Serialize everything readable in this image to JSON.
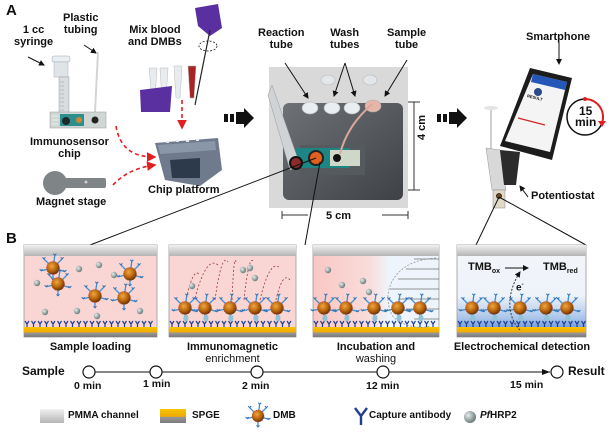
{
  "panel_a": {
    "letter": "A",
    "labels": {
      "syringe": [
        "1 cc",
        "syringe"
      ],
      "tubing": [
        "Plastic",
        "tubing"
      ],
      "mix": [
        "Mix blood",
        "and DMBs"
      ],
      "chip": [
        "Immunosensor",
        "chip"
      ],
      "magnet": "Magnet stage",
      "platform": "Chip platform",
      "reaction_tube": [
        "Reaction",
        "tube"
      ],
      "wash_tubes": [
        "Wash",
        "tubes"
      ],
      "sample_tube": [
        "Sample",
        "tube"
      ],
      "width_dim": "5 cm",
      "height_dim": "4 cm",
      "smartphone": "Smartphone",
      "potentiostat": "Potentiostat",
      "timer": [
        "15",
        "min"
      ],
      "phone_screen_title": "RESULT"
    }
  },
  "panel_b": {
    "letter": "B",
    "steps": [
      {
        "caption": [
          "Sample loading"
        ]
      },
      {
        "caption": [
          "Immunomagnetic",
          "enrichment"
        ]
      },
      {
        "caption": [
          "Incubation and",
          "washing"
        ]
      },
      {
        "caption": [
          "Electrochemical detection"
        ]
      }
    ],
    "tmb_ox": "TMB",
    "tmb_ox_sub": "ox",
    "tmb_red": "TMB",
    "tmb_red_sub": "red",
    "electron": "e",
    "electron_sup": "-"
  },
  "timeline": {
    "start": "Sample",
    "end": "Result",
    "times": [
      "0 min",
      "1 min",
      "2 min",
      "12 min",
      "15 min"
    ]
  },
  "legend": [
    {
      "icon": "pmma-swatch",
      "label": "PMMA channel"
    },
    {
      "icon": "spge-swatch",
      "label": "SPGE"
    },
    {
      "icon": "dmb-icon",
      "label": "DMB"
    },
    {
      "icon": "antibody-icon",
      "label": "Capture antibody"
    },
    {
      "icon": "hrp2-sphere-icon",
      "label_italic": "Pf",
      "label": "HRP2"
    }
  ],
  "colors": {
    "arrow_red": "#e02020",
    "spge_gold": "#f5b800",
    "antibody_blue": "#1f3f8f",
    "dmb_brown": "#b8650c",
    "pink_fluid": "#f9d6d4",
    "blue_fluid": "#5b8fd6"
  }
}
